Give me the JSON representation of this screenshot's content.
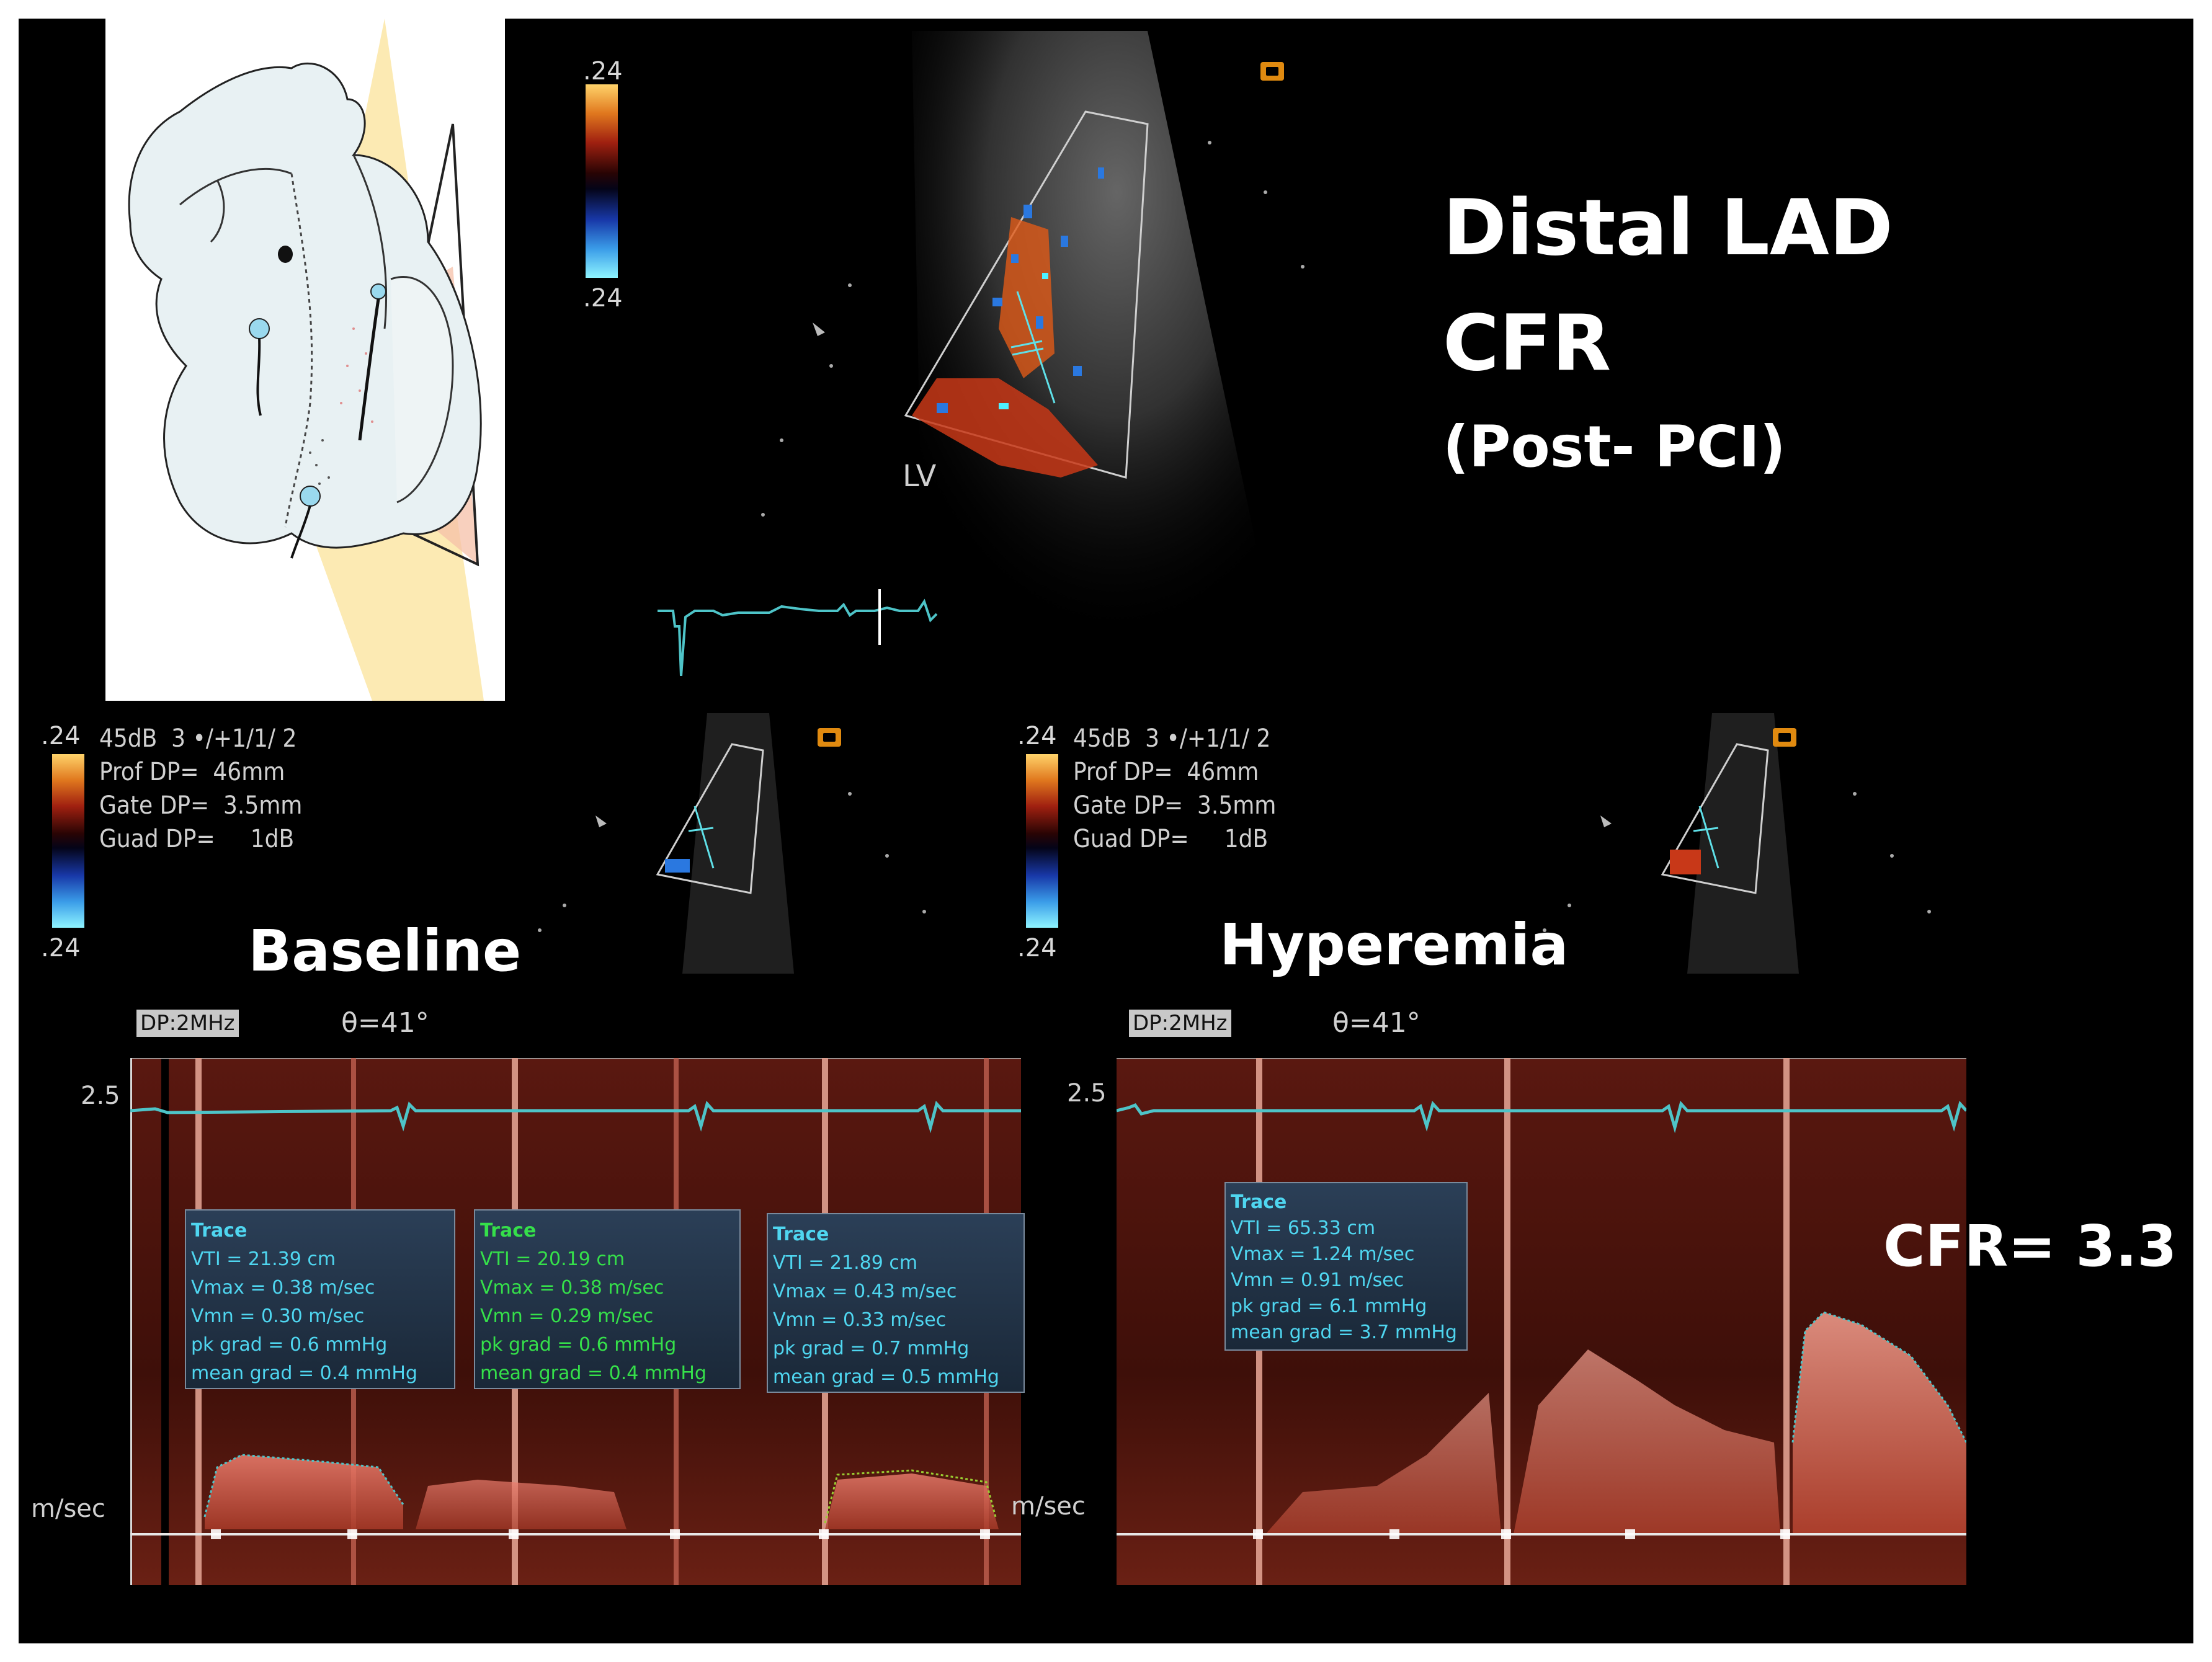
{
  "main_title": {
    "line1": "Distal LAD",
    "line2": "CFR",
    "line3": "(Post- PCI)"
  },
  "top_echo": {
    "scale_max": ".24",
    "scale_min": ".24",
    "label": "LV"
  },
  "baseline": {
    "label": "Baseline",
    "scale_max": ".24",
    "scale_min": ".24",
    "header": [
      "45dB  3 •/+1/1/ 2",
      "Prof DP=  46mm",
      "Gate DP=  3.5mm",
      "Guad DP=     1dB"
    ],
    "probe_tag": "DP:2MHz",
    "angle": "θ=41°",
    "axis_top": "2.5",
    "axis_unit": "m/sec",
    "traces": [
      {
        "title": "Trace",
        "vti": "VTI = 21.39 cm",
        "vmax": "Vmax = 0.38 m/sec",
        "vmn": "Vmn = 0.30 m/sec",
        "pk": "pk grad = 0.6 mmHg",
        "mean": "mean grad = 0.4 mmHg"
      },
      {
        "title": "Trace",
        "vti": "VTI = 20.19 cm",
        "vmax": "Vmax = 0.38 m/sec",
        "vmn": "Vmn = 0.29 m/sec",
        "pk": "pk grad = 0.6 mmHg",
        "mean": "mean grad = 0.4 mmHg"
      },
      {
        "title": "Trace",
        "vti": "VTI = 21.89 cm",
        "vmax": "Vmax = 0.43 m/sec",
        "vmn": "Vmn = 0.33 m/sec",
        "pk": "pk grad = 0.7 mmHg",
        "mean": "mean grad = 0.5 mmHg"
      }
    ]
  },
  "hyperemia": {
    "label": "Hyperemia",
    "scale_max": ".24",
    "scale_min": ".24",
    "header": [
      "45dB  3 •/+1/1/ 2",
      "Prof DP=  46mm",
      "Gate DP=  3.5mm",
      "Guad DP=     1dB"
    ],
    "probe_tag": "DP:2MHz",
    "angle": "θ=41°",
    "axis_top": "2.5",
    "axis_unit": "m/sec",
    "trace": {
      "title": "Trace",
      "vti": "VTI = 65.33 cm",
      "vmax": "Vmax = 1.24 m/sec",
      "vmn": "Vmn = 0.91 m/sec",
      "pk": "pk grad = 6.1 mmHg",
      "mean": "mean grad = 3.7 mmHg"
    }
  },
  "cfr_result": "CFR= 3.3",
  "colors": {
    "background": "#000000",
    "doppler": "#c8503a",
    "ecg": "#4ec4c8",
    "trace_text_cyan": "#4fd6f0",
    "trace_text_green": "#35e04a"
  }
}
